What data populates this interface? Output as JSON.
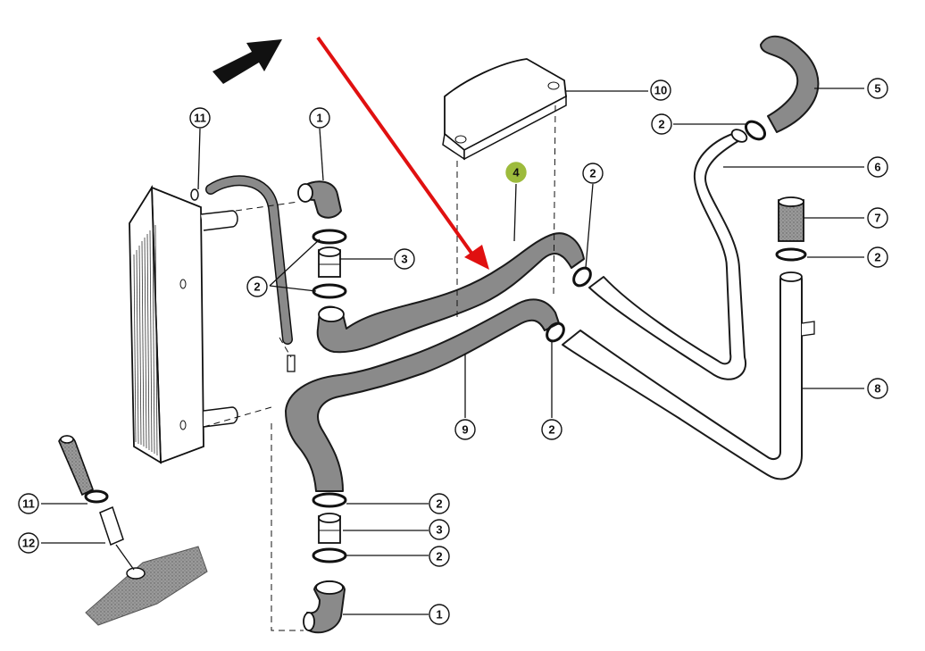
{
  "diagram": {
    "callouts": [
      {
        "id": "c1-top",
        "label": "1"
      },
      {
        "id": "c1-bottom",
        "label": "1"
      },
      {
        "id": "c2-left",
        "label": "2"
      },
      {
        "id": "c2-upper-right",
        "label": "2"
      },
      {
        "id": "c2-mid",
        "label": "2"
      },
      {
        "id": "c2-low-mid",
        "label": "2"
      },
      {
        "id": "c2-right",
        "label": "2"
      },
      {
        "id": "c2-bottom-a",
        "label": "2"
      },
      {
        "id": "c2-bottom-b",
        "label": "2"
      },
      {
        "id": "c3-top",
        "label": "3"
      },
      {
        "id": "c3-bottom",
        "label": "3"
      },
      {
        "id": "c4",
        "label": "4"
      },
      {
        "id": "c5",
        "label": "5"
      },
      {
        "id": "c6",
        "label": "6"
      },
      {
        "id": "c7",
        "label": "7"
      },
      {
        "id": "c8",
        "label": "8"
      },
      {
        "id": "c9",
        "label": "9"
      },
      {
        "id": "c10",
        "label": "10"
      },
      {
        "id": "c11-top",
        "label": "11"
      },
      {
        "id": "c11-left",
        "label": "11"
      },
      {
        "id": "c12",
        "label": "12"
      }
    ],
    "colors": {
      "highlight_marker": "#9dbb3c",
      "pointer_arrow": "#e01010",
      "hose_fill": "#8a8a8a",
      "line": "#1a1a1a"
    },
    "icons": [
      "direction-arrow-icon",
      "pointer-arrow-icon"
    ]
  }
}
